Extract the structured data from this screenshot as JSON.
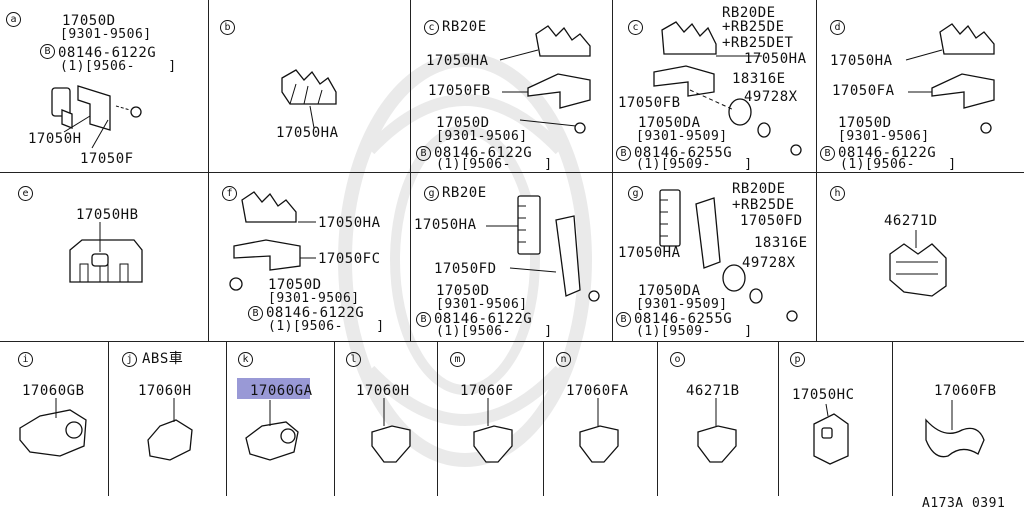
{
  "diagram_id": "A173A 0391",
  "highlight_color": "#9999d6",
  "panels": {
    "a": {
      "letter": "a",
      "pn1": "17050D",
      "date1": "[9301-9506]",
      "bolt": "08146-6122G",
      "qty": "(1)[9506-    ]",
      "pn2": "17050H",
      "pn3": "17050F"
    },
    "b": {
      "letter": "b",
      "pn1": "17050HA"
    },
    "c1": {
      "letter": "c",
      "engine": "RB20E",
      "pn1": "17050HA",
      "pn2": "17050FB",
      "pn3": "17050D",
      "date": "[9301-9506]",
      "bolt": "08146-6122G",
      "qty": "(1)[9506-    ]"
    },
    "c2": {
      "letter": "c",
      "engine1": "RB20DE",
      "engine2": "+RB25DE",
      "engine3": "+RB25DET",
      "pn1": "17050HA",
      "pn2": "18316E",
      "pn3": "49728X",
      "pn4": "17050FB",
      "pn5": "17050DA",
      "date": "[9301-9509]",
      "bolt": "08146-6255G",
      "qty": "(1)[9509-    ]"
    },
    "d": {
      "letter": "d",
      "pn1": "17050HA",
      "pn2": "17050FA",
      "pn3": "17050D",
      "date": "[9301-9506]",
      "bolt": "08146-6122G",
      "qty": "(1)[9506-    ]"
    },
    "e": {
      "letter": "e",
      "pn1": "17050HB"
    },
    "f": {
      "letter": "f",
      "pn1": "17050HA",
      "pn2": "17050FC",
      "pn3": "17050D",
      "date": "[9301-9506]",
      "bolt": "08146-6122G",
      "qty": "(1)[9506-    ]"
    },
    "g1": {
      "letter": "g",
      "engine": "RB20E",
      "pn1": "17050HA",
      "pn2": "17050FD",
      "pn3": "17050D",
      "date": "[9301-9506]",
      "bolt": "08146-6122G",
      "qty": "(1)[9506-    ]"
    },
    "g2": {
      "letter": "g",
      "engine1": "RB20DE",
      "engine2": "+RB25DE",
      "pn1": "17050FD",
      "pn2": "17050HA",
      "pn3": "18316E",
      "pn4": "49728X",
      "pn5": "17050DA",
      "date": "[9301-9509]",
      "bolt": "08146-6255G",
      "qty": "(1)[9509-    ]"
    },
    "h": {
      "letter": "h",
      "pn1": "46271D"
    },
    "i": {
      "letter": "i",
      "pn1": "17060GB"
    },
    "j": {
      "letter": "j",
      "note": "ABS車",
      "pn1": "17060H"
    },
    "k": {
      "letter": "k",
      "pn1": "17060GA"
    },
    "l": {
      "letter": "l",
      "pn1": "17060H"
    },
    "m": {
      "letter": "m",
      "pn1": "17060F"
    },
    "n": {
      "letter": "n",
      "pn1": "17060FA"
    },
    "o": {
      "letter": "o",
      "pn1": "46271B"
    },
    "p": {
      "letter": "p",
      "pn1": "17050HC"
    },
    "q": {
      "pn1": "17060FB"
    },
    "bolt_marker": "B"
  }
}
